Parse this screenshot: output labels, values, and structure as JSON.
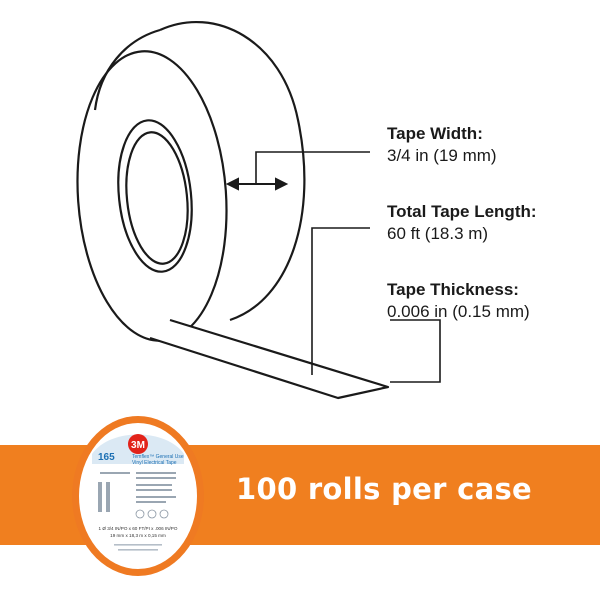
{
  "specs": [
    {
      "label": "Tape Width:",
      "value": "3/4 in (19 mm)"
    },
    {
      "label": "Total Tape Length:",
      "value": "60 ft (18.3 m)"
    },
    {
      "label": "Tape Thickness:",
      "value": "0.006 in (0.15 mm)"
    }
  ],
  "banner": {
    "text": "100 rolls per case",
    "color": "#f07f1f"
  },
  "roll_label": {
    "brand": "3M",
    "product_number": "165",
    "line1": "Temflex™ General Use",
    "line2": "Vinyl Electrical Tape",
    "dims": "1 Ø 3/4 IN/PO x 60 FT/PI x .006 IN/PO",
    "dims_metric": "19 mm x 18,3 m x 0,15 mm"
  }
}
